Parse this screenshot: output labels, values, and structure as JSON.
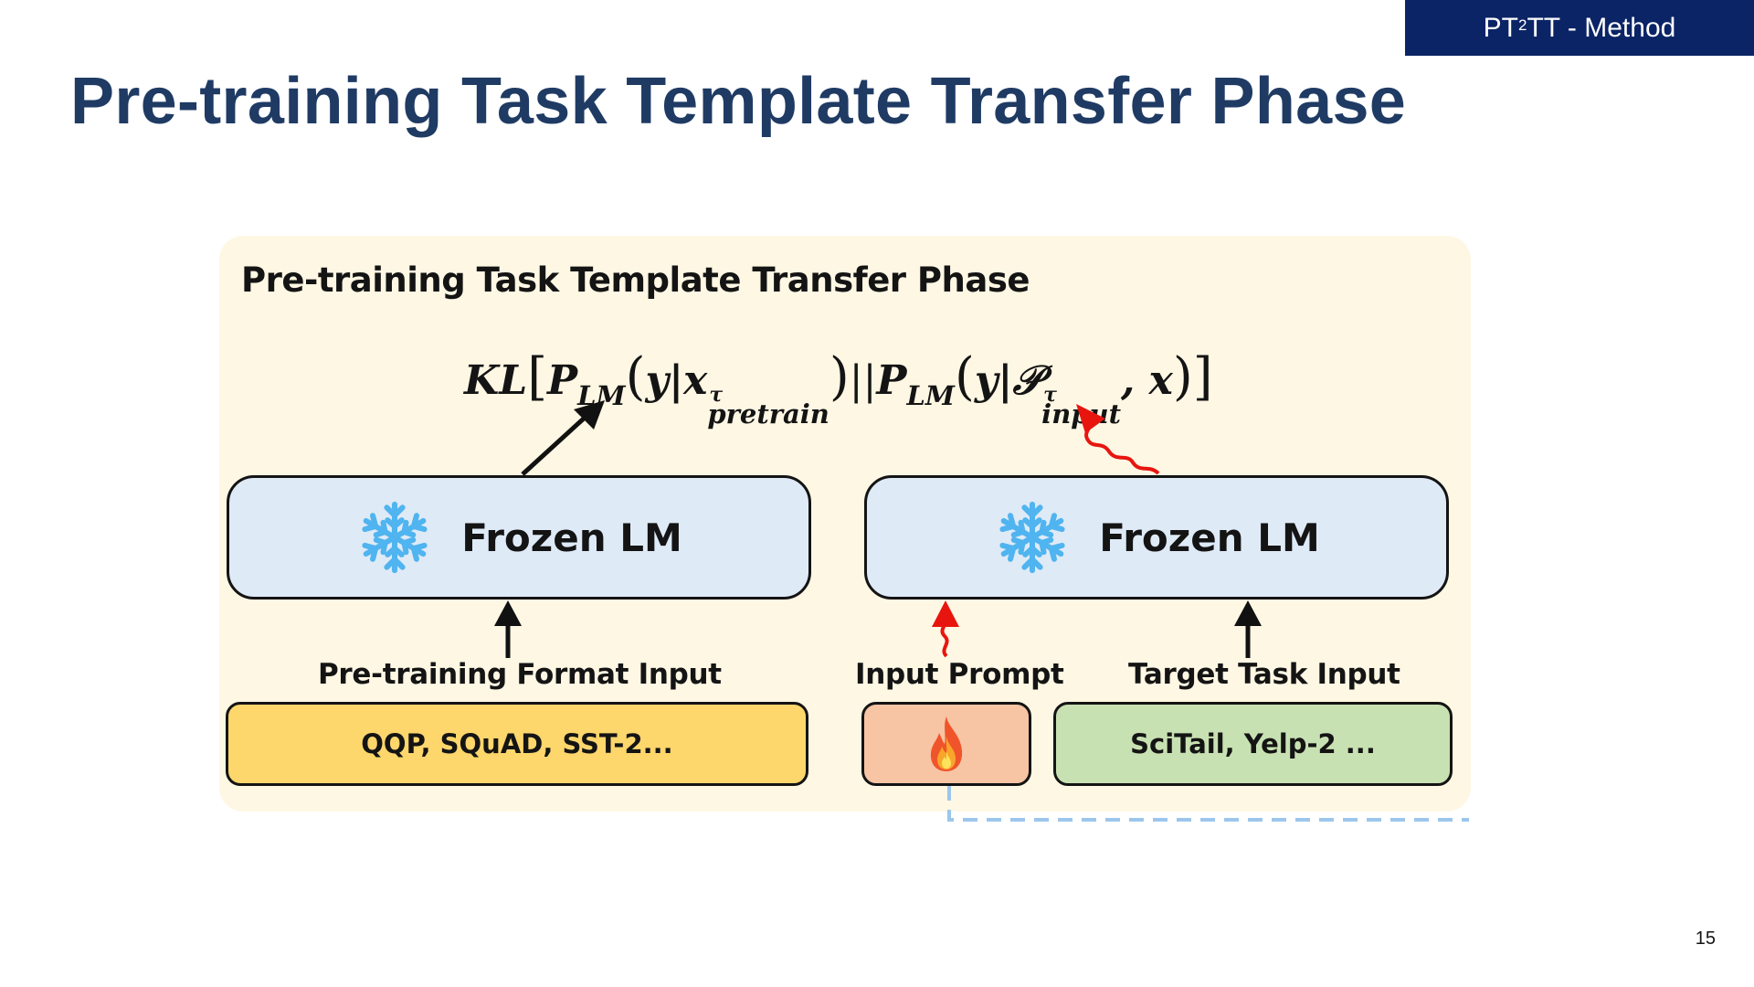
{
  "header": {
    "tag_prefix": "PT",
    "tag_sup": "2",
    "tag_suffix": "TT - Method"
  },
  "slide": {
    "title": "Pre-training Task Template Transfer Phase",
    "page_number": "15"
  },
  "diagram": {
    "panel_title": "Pre-training Task Template Transfer Phase",
    "formula": {
      "kl": "KL",
      "p1": "P",
      "p1_sub": "LM",
      "y1": "y|x",
      "x_sup": "τ",
      "x_sub": "pretrain",
      "sep": "||",
      "p2": "P",
      "p2_sub": "LM",
      "y2": "y|",
      "prompt": "𝒫",
      "prompt_sup": "τ",
      "prompt_sub": "input",
      "x": ", x"
    },
    "left_model": {
      "label": "Frozen LM",
      "icon": "snowflake-icon"
    },
    "right_model": {
      "label": "Frozen LM",
      "icon": "snowflake-icon"
    },
    "inputs": {
      "pretrain_label": "Pre-training Format Input",
      "pretrain_value": "QQP, SQuAD, SST-2...",
      "prompt_label": "Input Prompt",
      "prompt_icon": "fire-icon",
      "target_label": "Target Task Input",
      "target_value": "SciTail, Yelp-2 ..."
    },
    "colors": {
      "panel_bg": "#fef7e4",
      "model_box": "#dfeaf7",
      "pretrain_box": "#fdd66c",
      "prompt_box": "#f7c4a4",
      "target_box": "#c8e1b2",
      "gradient_arrow": "#e8150f",
      "dashed_line": "#9cc6ec"
    }
  }
}
